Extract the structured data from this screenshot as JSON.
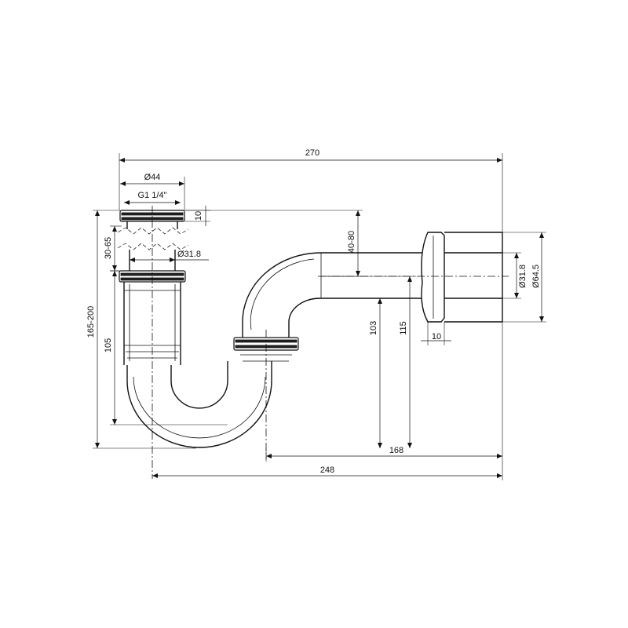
{
  "dimensions": {
    "overall_length": "270",
    "inlet_outer_diameter": "Ø44",
    "inlet_thread": "G1 1/4\"",
    "nut_height": "10",
    "adjustable_range": "30-65",
    "inlet_pipe_diameter": "Ø31.8",
    "overall_height_range": "165-200",
    "outlet_offset_range": "40-80",
    "outlet_pipe_diameter": "Ø31.8",
    "wall_flange_diameter": "Ø64.5",
    "flange_thickness": "10",
    "inlet_depth": "105",
    "outlet_height_103": "103",
    "outlet_height_115": "115",
    "outlet_horizontal": "168",
    "total_horizontal": "248"
  }
}
